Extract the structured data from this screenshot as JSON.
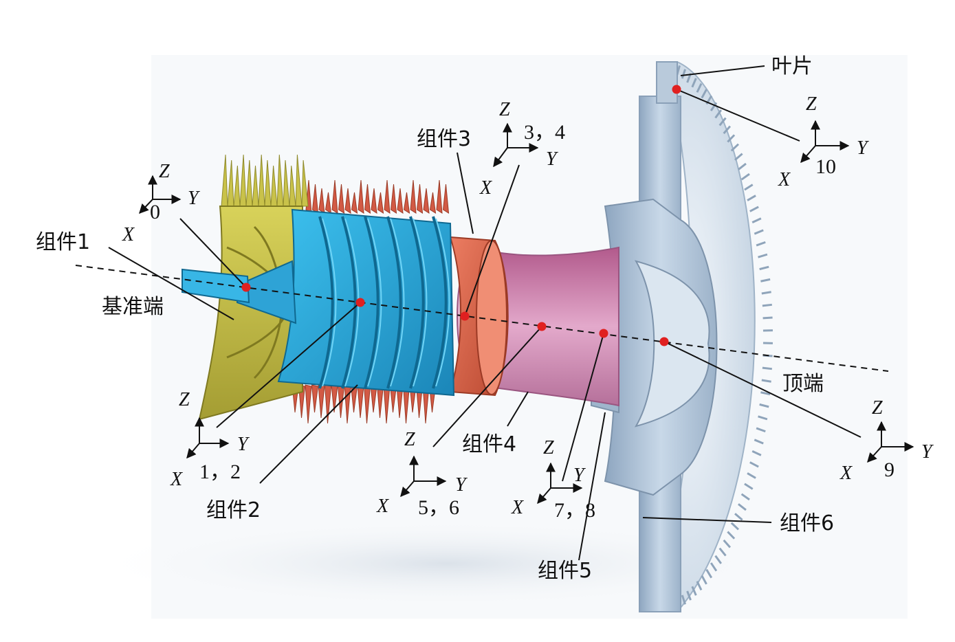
{
  "labels": {
    "blade": "叶片",
    "component1": "组件1",
    "component2": "组件2",
    "component3": "组件3",
    "component4": "组件4",
    "component5": "组件5",
    "component6": "组件6",
    "reference_end": "基准端",
    "top_end": "顶端"
  },
  "axis_letters": {
    "x": "X",
    "y": "Y",
    "z": "Z"
  },
  "frames": [
    {
      "id": "frame-0",
      "label": "0"
    },
    {
      "id": "frame-1-2",
      "label": "1，2"
    },
    {
      "id": "frame-3-4",
      "label": "3，4"
    },
    {
      "id": "frame-5-6",
      "label": "5，6"
    },
    {
      "id": "frame-7-8",
      "label": "7，8"
    },
    {
      "id": "frame-9",
      "label": "9"
    },
    {
      "id": "frame-10",
      "label": "10"
    }
  ],
  "colors": {
    "component1": "#c9c24a",
    "component2": "#2fa8d8",
    "component3": "#d9644a",
    "component4": "#c77aa6",
    "component5_6": "#a9bfd6",
    "fins": "#d25a45",
    "marker": "#e02020",
    "line": "#111111"
  }
}
